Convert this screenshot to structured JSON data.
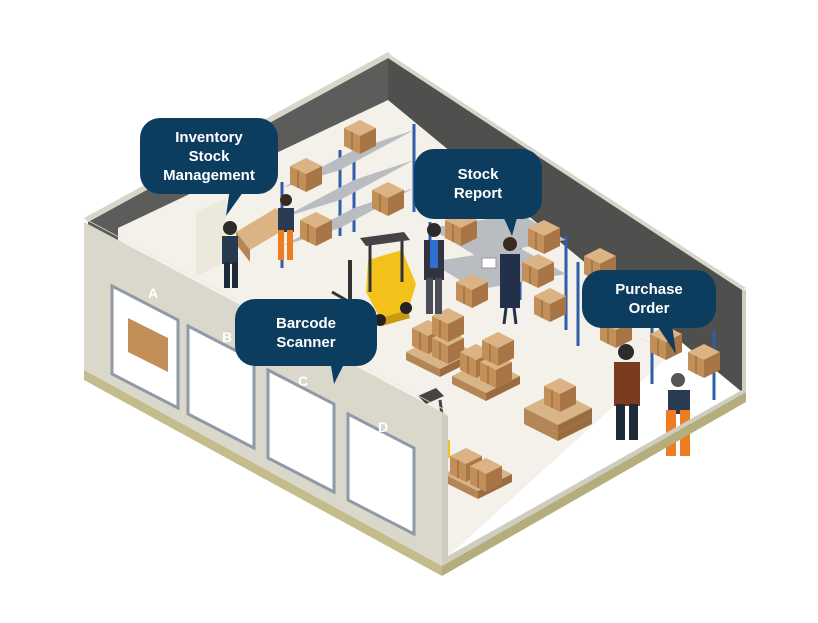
{
  "callouts": {
    "inventory": "Inventory\nStock\nManagement",
    "stock_report": "Stock\nReport",
    "barcode": "Barcode\nScanner",
    "purchase": "Purchase\nOrder"
  },
  "doors": [
    "A",
    "B",
    "C",
    "D"
  ],
  "colors": {
    "callout_bg": "#0c3d5f",
    "wall_front": "#d9d8cb",
    "wall_back": "#5a5a58",
    "floor": "#f3f1ea",
    "shelf_upright": "#2f5da8",
    "box": "#c99a66",
    "pallet": "#d2ad7f",
    "forklift": "#f2c21b",
    "worker_orange": "#ee7d21"
  }
}
